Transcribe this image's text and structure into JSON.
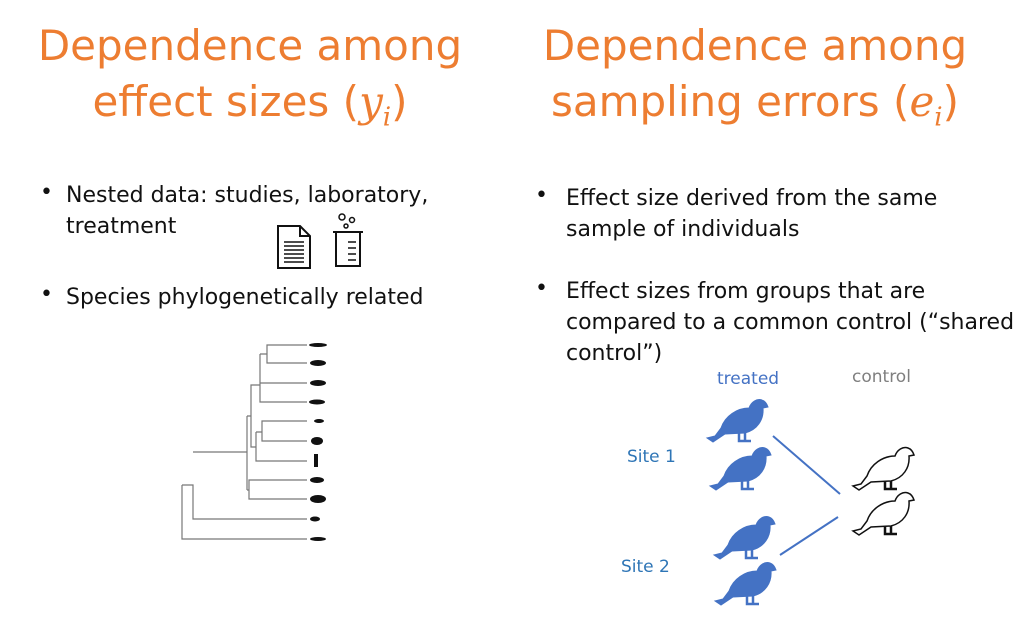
{
  "left": {
    "title_line1": "Dependence among",
    "title_line2": "effect sizes (",
    "title_var": "y",
    "title_sub": "i",
    "title_close": ")",
    "bullets": [
      "Nested data: studies, laboratory, treatment",
      "Species phylogenetically related"
    ]
  },
  "right": {
    "title_line1": "Dependence among",
    "title_line2": "sampling errors (",
    "title_var": "e",
    "title_sub": "i",
    "title_close": ")",
    "bullets": [
      "Effect size derived from the same sample of individuals",
      "Effect sizes from groups that are compared to a common control (“shared control”)"
    ],
    "diagram": {
      "treated_label": "treated",
      "control_label": "control",
      "site1_label": "Site 1",
      "site2_label": "Site 2"
    }
  },
  "colors": {
    "title": "#ED7D31",
    "treated": "#4472C4",
    "site": "#2E75B6",
    "control_label": "#7F7F7F"
  }
}
